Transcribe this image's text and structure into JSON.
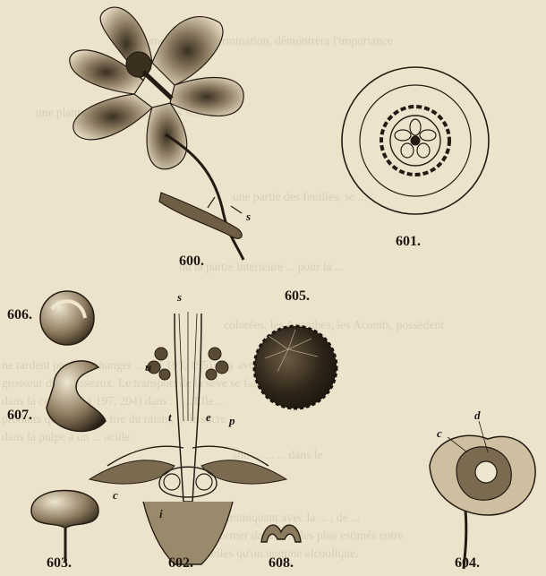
{
  "figures": [
    {
      "id": "600",
      "label": "600."
    },
    {
      "id": "601",
      "label": "601."
    },
    {
      "id": "602",
      "label": "602."
    },
    {
      "id": "603",
      "label": "603."
    },
    {
      "id": "604",
      "label": "604."
    },
    {
      "id": "605",
      "label": "605."
    },
    {
      "id": "606",
      "label": "606."
    },
    {
      "id": "607",
      "label": "607."
    },
    {
      "id": "608",
      "label": "608."
    }
  ],
  "letters": {
    "s600": "s",
    "s602": "s",
    "u": "u",
    "t": "t",
    "e": "e",
    "p": "p",
    "c602": "c",
    "i": "i",
    "d": "d",
    "c604": "c"
  },
  "bleed_text": [
    "soumettent à la germination, démontrera l'importance",
    "une plante entière, lorsqu'elles sont ...",
    "une partie des feuilles, se ... ",
    "ou la partie intérieure ... pour la ...",
    "colorées, les Acanthes, les Aconits, possèdent",
    "ne tardent pas à se changer ... (§§ 193, 195).  Il y avoit",
    "grosseur des vaisseaux. Le transport de la sève se fait",
    "dans la celle ci (§§ 197, 204) dans ... ... Elle ...",
    "produits que l'homme tire du raisin, ... le sucre",
    "dans la pulpe à un ... acide.",
    "son ... ... ... dans le",
    "communiquant avec la ... , de ...",
    "de les transformer dans le ... les plus estimés entre",
    "celles qu'on nomme alcoolique."
  ]
}
